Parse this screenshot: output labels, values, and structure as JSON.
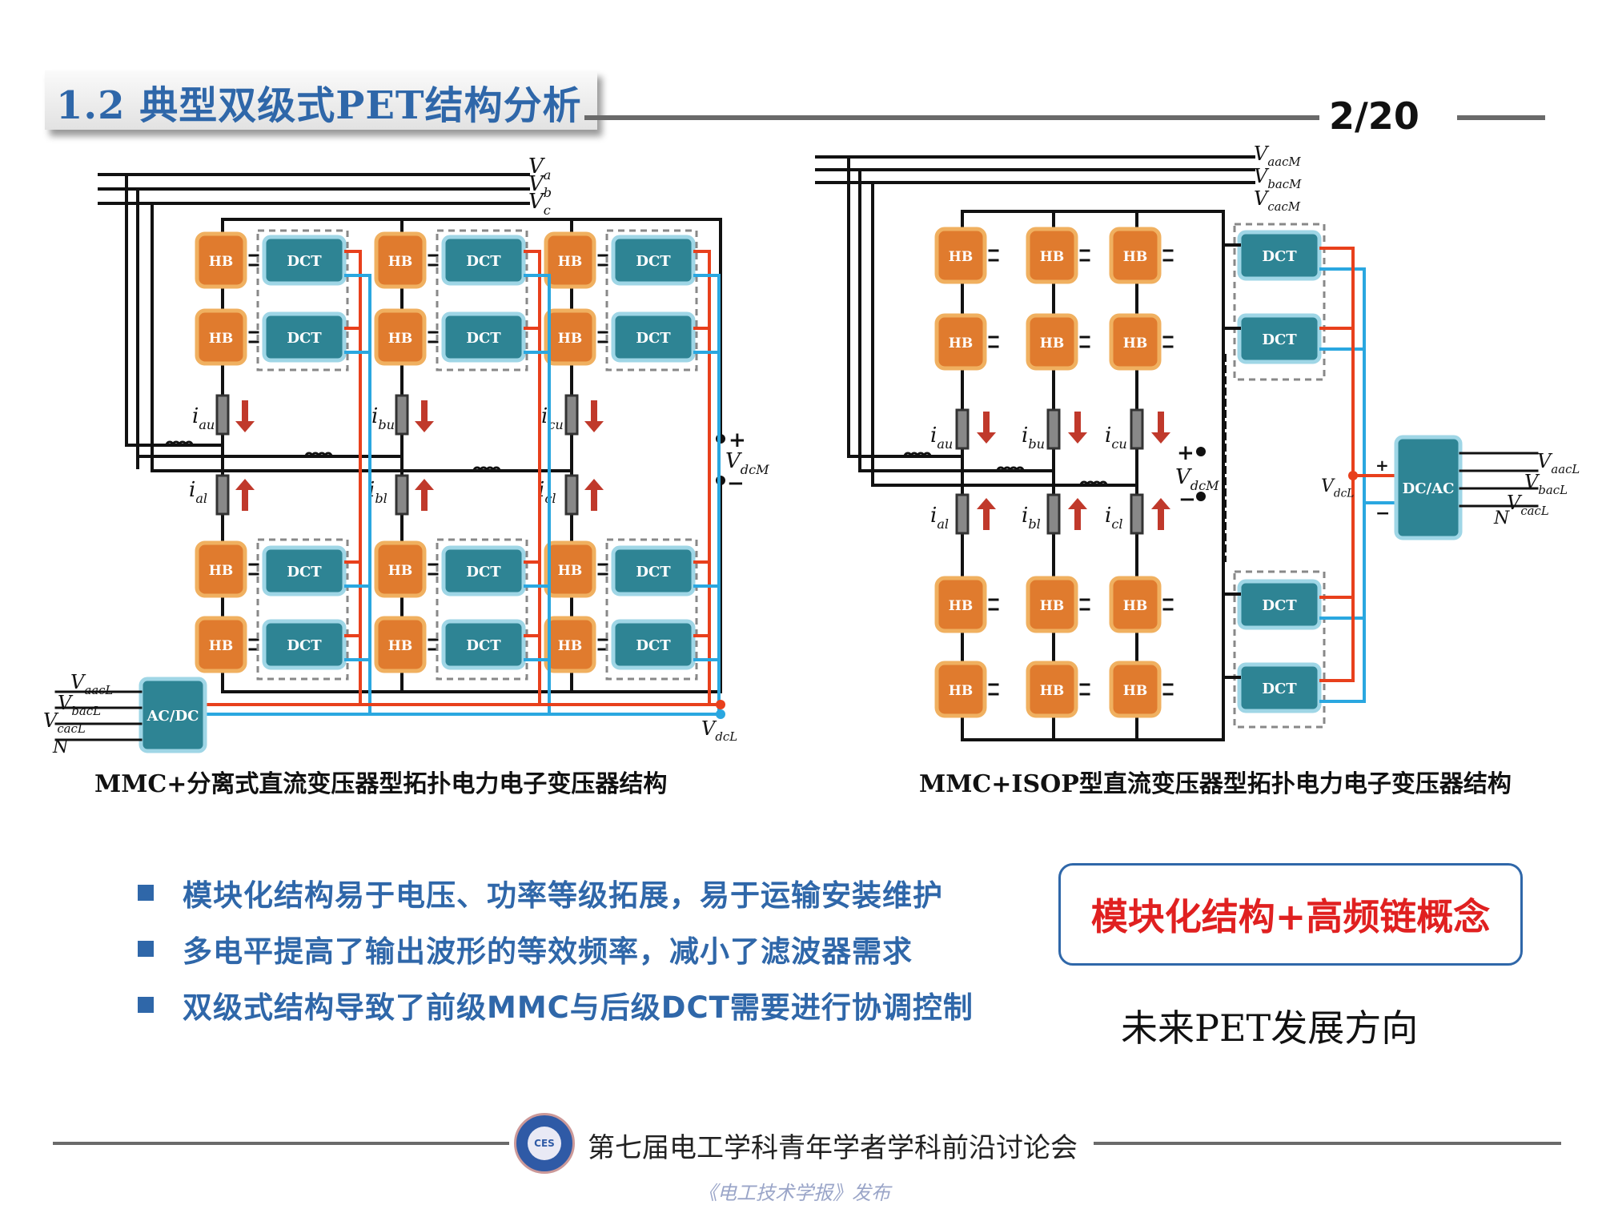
{
  "slide": {
    "title": "1.2 典型双级式PET结构分析",
    "page_number": "2/20"
  },
  "left_diagram": {
    "caption": "MMC+分离式直流变压器型拓扑电力电子变压器结构",
    "ac_labels": [
      "Va",
      "Vb",
      "Vc"
    ],
    "dc_label": "VdcM",
    "low_dc_label": "VdcL",
    "acdc_label": "AC/DC",
    "low_ac_labels": [
      "VaacL",
      "VbacL",
      "VcacL",
      "N"
    ],
    "upper_currents": [
      "iau",
      "ibu",
      "icu"
    ],
    "lower_currents": [
      "ial",
      "ibl",
      "icl"
    ],
    "hb_label": "HB",
    "dct_label": "DCT"
  },
  "right_diagram": {
    "caption": "MMC+ISOP型直流变压器型拓扑电力电子变压器结构",
    "ac_labels": [
      "VaacM",
      "VbacM",
      "VcacM"
    ],
    "dc_label": "VdcM",
    "low_dc_label": "VdcL",
    "dcac_label": "DC/AC",
    "low_ac_labels": [
      "VaacL",
      "VbacL",
      "VcacL",
      "N"
    ],
    "upper_currents": [
      "iau",
      "ibu",
      "icu"
    ],
    "lower_currents": [
      "ial",
      "ibl",
      "icl"
    ],
    "hb_label": "HB",
    "dct_label": "DCT"
  },
  "bullets": [
    "模块化结构易于电压、功率等级拓展，易于运输安装维护",
    "多电平提高了输出波形的等效频率，减小了滤波器需求",
    "双级式结构导致了前级MMC与后级DCT需要进行协调控制"
  ],
  "highlight": "模块化结构+高频链概念",
  "future": "未来PET发展方向",
  "footer": {
    "conference": "第七届电工学科青年学者学科前沿讨论会",
    "publisher": "《电工技术学报》发布",
    "logo_text": "CES"
  },
  "colors": {
    "accent": "#2f67a9",
    "hb_fill": "#e07b2e",
    "dct_fill": "#2e8494",
    "red_wire": "#e8401c",
    "blue_wire": "#2aa7e0",
    "highlight_text": "#e02020"
  }
}
